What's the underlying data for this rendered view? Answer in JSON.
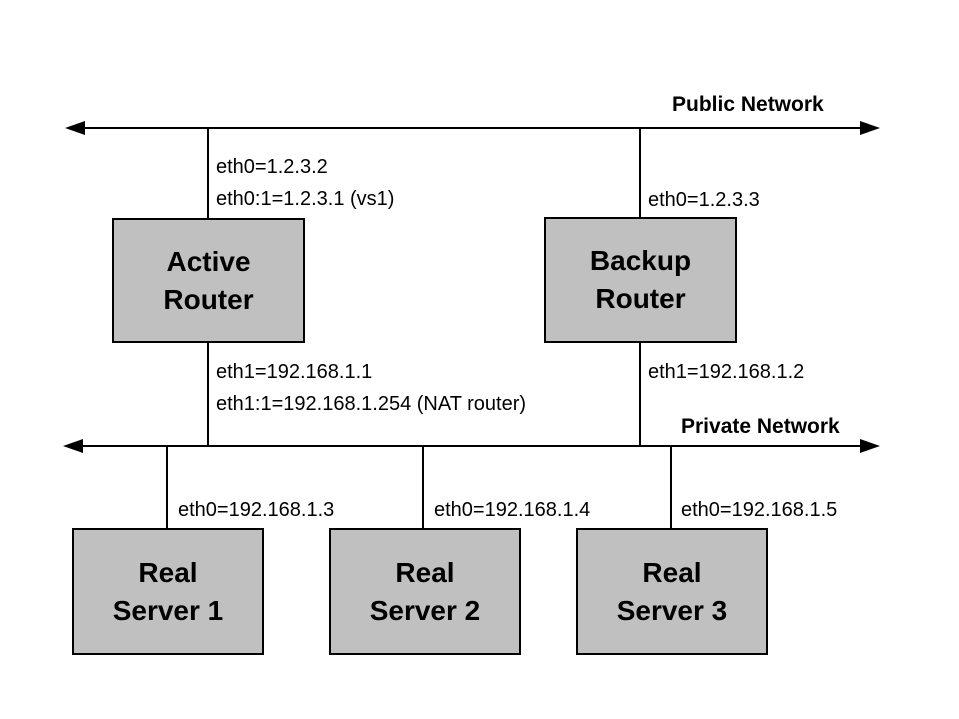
{
  "colors": {
    "background": "#ffffff",
    "node_fill": "#c0c0c0",
    "node_border": "#000000",
    "line": "#000000",
    "text": "#000000"
  },
  "networks": {
    "public": {
      "label": "Public Network"
    },
    "private": {
      "label": "Private Network"
    }
  },
  "nodes": {
    "active_router": {
      "label": "Active\nRouter"
    },
    "backup_router": {
      "label": "Backup\nRouter"
    },
    "real_server_1": {
      "label": "Real\nServer 1"
    },
    "real_server_2": {
      "label": "Real\nServer 2"
    },
    "real_server_3": {
      "label": "Real\nServer 3"
    }
  },
  "interfaces": {
    "active_router_public": [
      "eth0=1.2.3.2",
      "eth0:1=1.2.3.1 (vs1)"
    ],
    "backup_router_public": "eth0=1.2.3.3",
    "active_router_private": [
      "eth1=192.168.1.1",
      "eth1:1=192.168.1.254 (NAT router)"
    ],
    "backup_router_private": "eth1=192.168.1.2",
    "real_server_1": "eth0=192.168.1.3",
    "real_server_2": "eth0=192.168.1.4",
    "real_server_3": "eth0=192.168.1.5"
  }
}
